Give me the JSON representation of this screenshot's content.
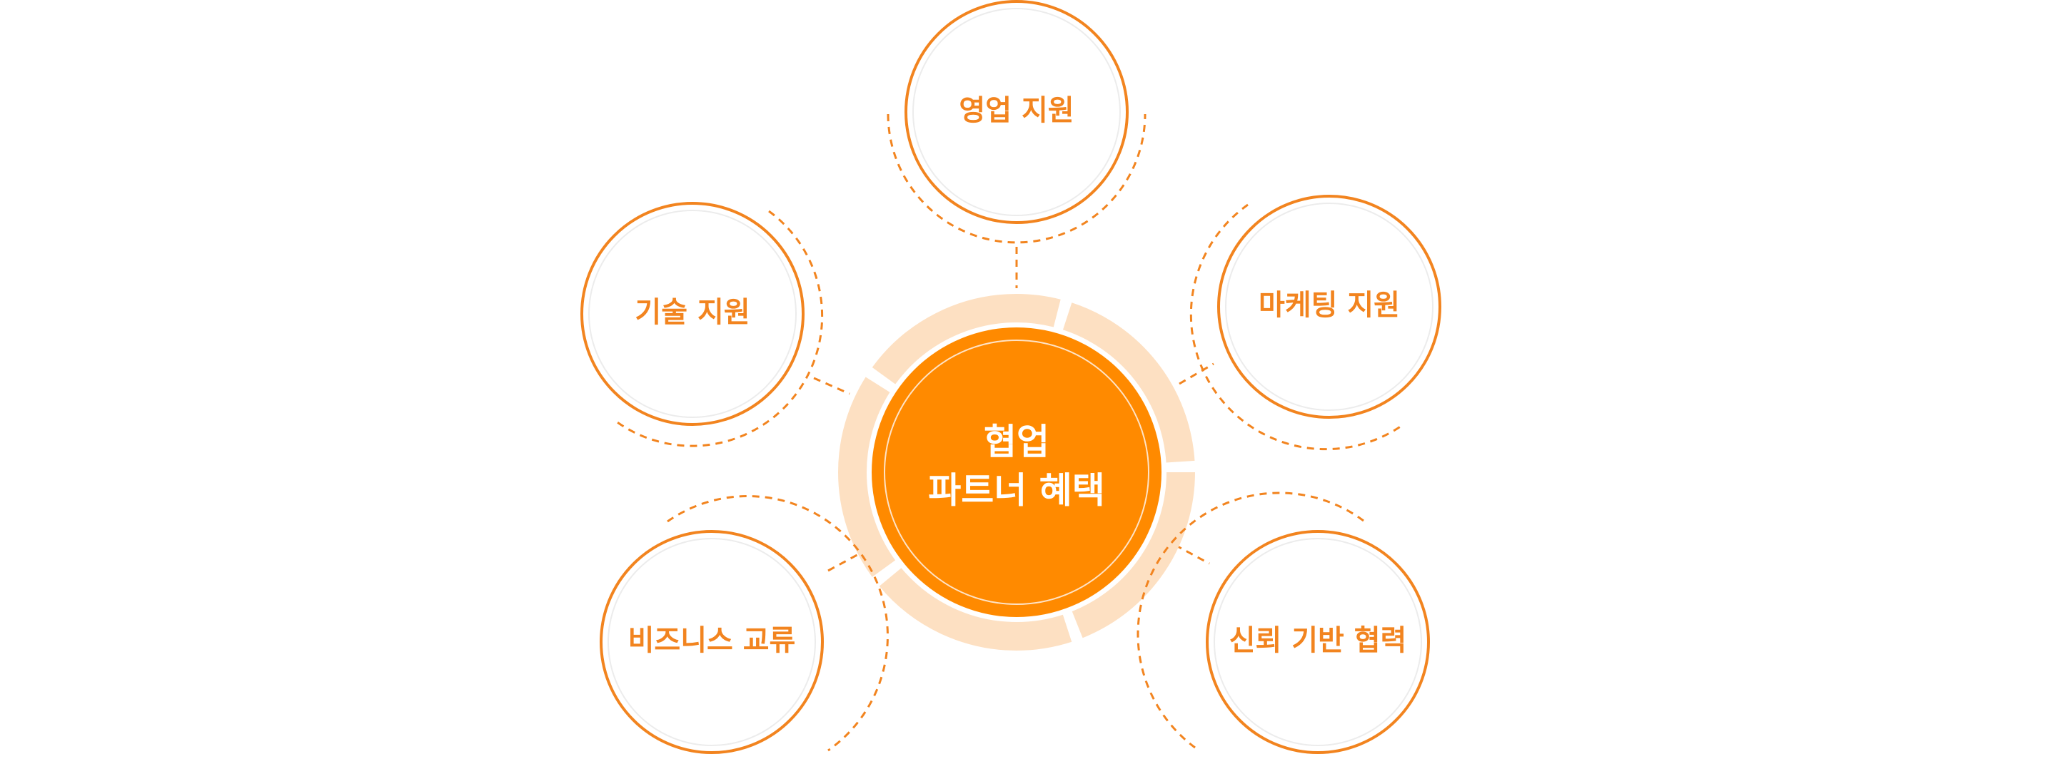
{
  "center": {
    "line1": "협업",
    "line2": "파트너 혜택"
  },
  "benefits": [
    {
      "label": "영업 지원"
    },
    {
      "label": "마케팅 지원"
    },
    {
      "label": "신뢰 기반 협력"
    },
    {
      "label": "비즈니스 교류"
    },
    {
      "label": "기술 지원"
    }
  ],
  "colors": {
    "primary": "#ff8a00",
    "outline": "#f2841f",
    "ring": "#fde0c2"
  }
}
